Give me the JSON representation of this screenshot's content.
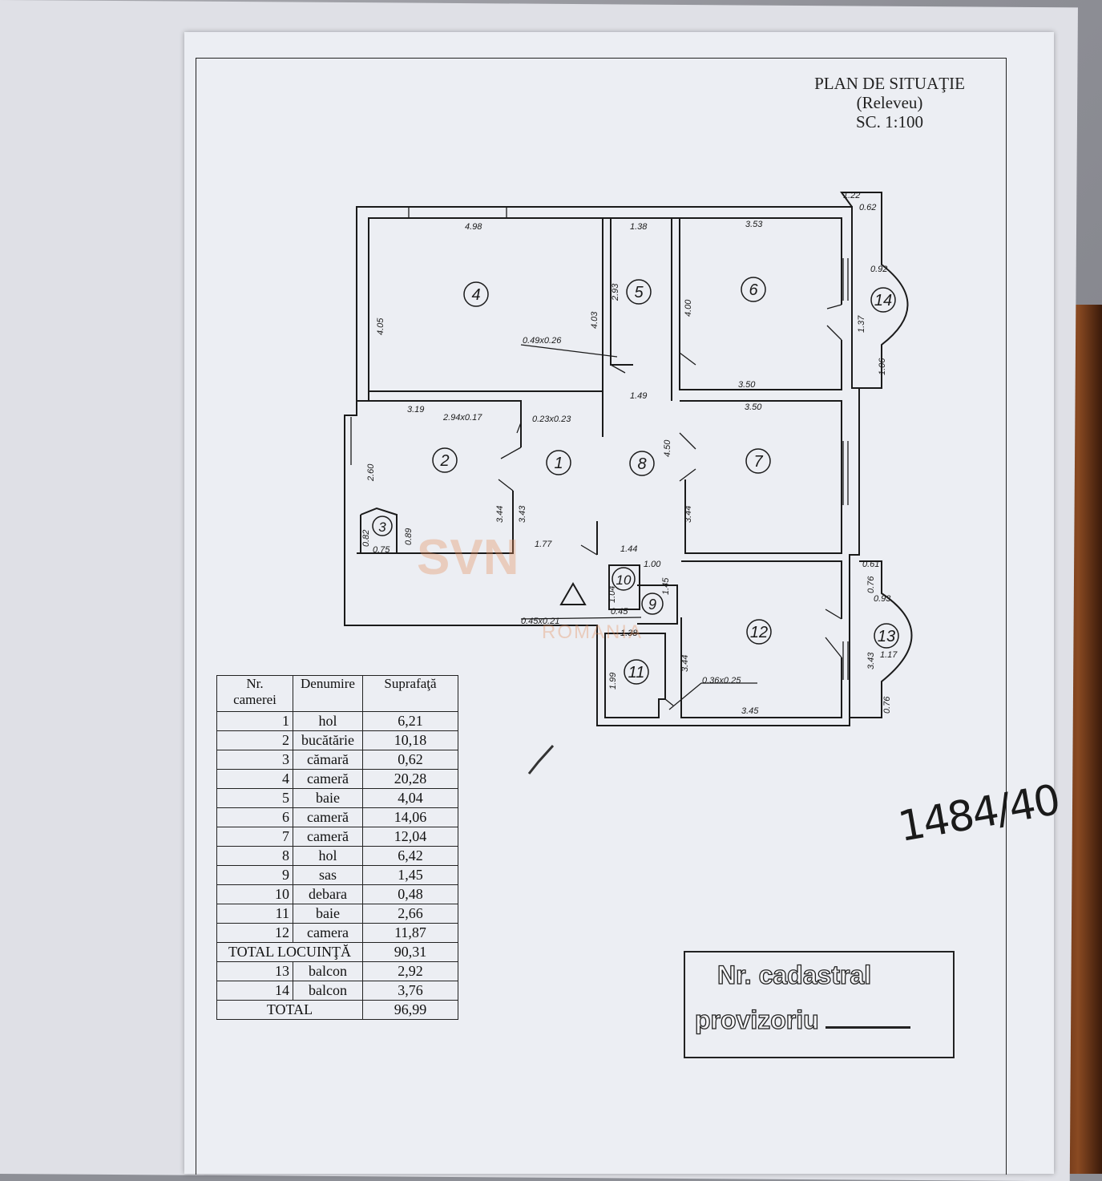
{
  "header": {
    "title": "PLAN DE SITUAŢIE",
    "subtitle": "(Releveu)",
    "scale": "SC. 1:100"
  },
  "plan": {
    "room_numbers": [
      "1",
      "2",
      "3",
      "4",
      "5",
      "6",
      "7",
      "8",
      "9",
      "10",
      "11",
      "12",
      "13",
      "14"
    ],
    "dimensions": {
      "d498": "4.98",
      "d138a": "1.38",
      "d353": "3.53",
      "d122": "1.22",
      "d062": "0.62",
      "d405": "4.05",
      "d403": "4.03",
      "d293": "2.93",
      "d400": "4.00",
      "d092": "0.92",
      "d137": "1.37",
      "d049x026": "0.49x0.26",
      "d350a": "3.50",
      "d106": "1.06",
      "d149": "1.49",
      "d319": "3.19",
      "d294x017": "2.94x0.17",
      "d023x023": "0.23x0.23",
      "d350b": "3.50",
      "d260": "2.60",
      "d450": "4.50",
      "d344a": "3.44",
      "d343a": "3.43",
      "d344b": "3.44",
      "d082": "0.82",
      "d089": "0.89",
      "d075": "0.75",
      "d177": "1.77",
      "d144": "1.44",
      "d100": "1.00",
      "d104": "1.04",
      "d145": "1.45",
      "d045": "0.45",
      "d045x021": "0.45x0.21",
      "d138b": "1.38",
      "d061": "0.61",
      "d076a": "0.76",
      "d093": "0.93",
      "d343b": "3.43",
      "d117": "1.17",
      "d199": "1.99",
      "d344c": "3.44",
      "d036x025": "0.36x0.25",
      "d345": "3.45",
      "d076b": "0.76"
    }
  },
  "table": {
    "headers": {
      "nr_line1": "Nr.",
      "nr_line2": "camerei",
      "name": "Denumire",
      "area": "Suprafaţă"
    },
    "rows": [
      {
        "nr": "1",
        "name": "hol",
        "area": "6,21"
      },
      {
        "nr": "2",
        "name": "bucătărie",
        "area": "10,18"
      },
      {
        "nr": "3",
        "name": "cămară",
        "area": "0,62"
      },
      {
        "nr": "4",
        "name": "cameră",
        "area": "20,28"
      },
      {
        "nr": "5",
        "name": "baie",
        "area": "4,04"
      },
      {
        "nr": "6",
        "name": "cameră",
        "area": "14,06"
      },
      {
        "nr": "7",
        "name": "cameră",
        "area": "12,04"
      },
      {
        "nr": "8",
        "name": "hol",
        "area": "6,42"
      },
      {
        "nr": "9",
        "name": "sas",
        "area": "1,45"
      },
      {
        "nr": "10",
        "name": "debara",
        "area": "0,48"
      },
      {
        "nr": "11",
        "name": "baie",
        "area": "2,66"
      },
      {
        "nr": "12",
        "name": "camera",
        "area": "11,87"
      }
    ],
    "total_locuinta_label": "TOTAL LOCUINŢĂ",
    "total_locuinta_value": "90,31",
    "balcony_rows": [
      {
        "nr": "13",
        "name": "balcon",
        "area": "2,92"
      },
      {
        "nr": "14",
        "name": "balcon",
        "area": "3,76"
      }
    ],
    "total_label": "TOTAL",
    "total_value": "96,99"
  },
  "cadastral": {
    "line1": "Nr. cadastral",
    "line2": "provizoriu"
  },
  "handwritten_note": "1484/40",
  "watermark": {
    "brand": "SVN",
    "sub": "ROMANIA"
  }
}
